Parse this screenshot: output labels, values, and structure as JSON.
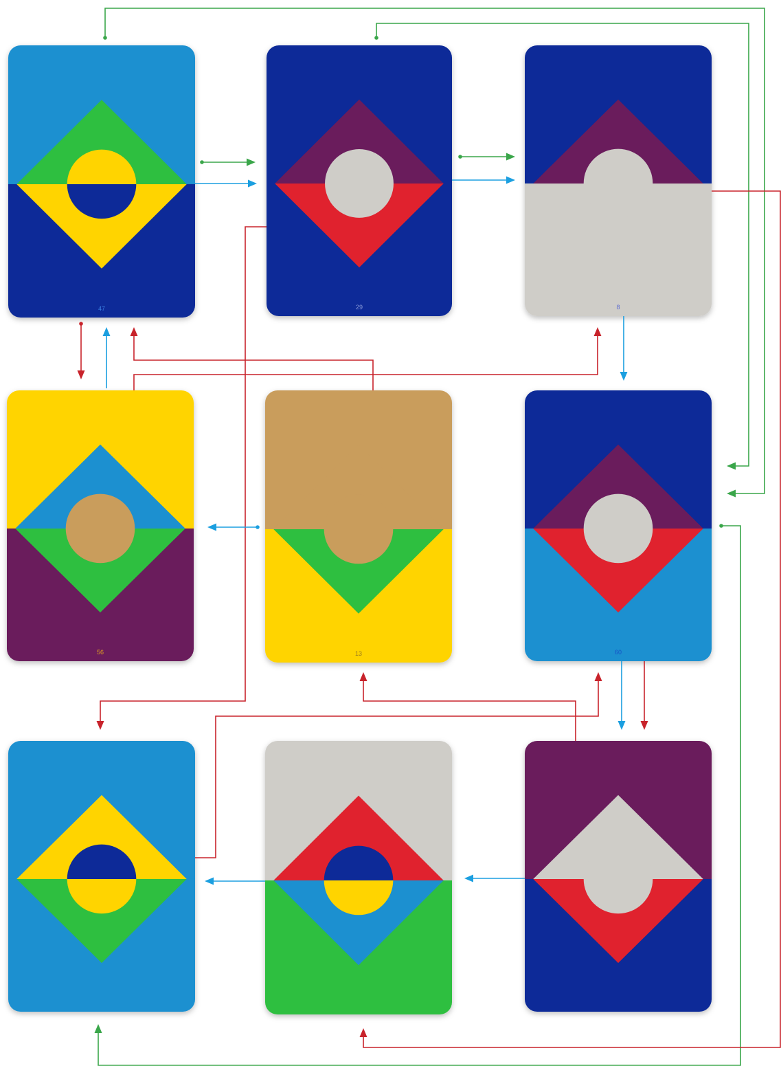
{
  "colors": {
    "light_blue": "#1a90d0",
    "navy": "#0d2a98",
    "green": "#2fbf3f",
    "yellow": "#ffd400",
    "purple": "#6a1c5c",
    "red": "#e0202f",
    "gray": "#cfcdc8",
    "tan": "#c99d5c",
    "arrow_green": "#3aa64a",
    "arrow_blue": "#1b9fe0",
    "arrow_red": "#c8232b"
  },
  "cards": [
    {
      "id": "c1",
      "number": "47",
      "number_color": "#3a7ee0",
      "top": "light_blue",
      "bottom": "navy",
      "dtop": "green",
      "dbot": "yellow",
      "ctop": "yellow",
      "cbot": "navy"
    },
    {
      "id": "c2",
      "number": "29",
      "number_color": "#8a9ad8",
      "top": "navy",
      "bottom": "navy",
      "dtop": "purple",
      "dbot": "red",
      "ctop": "gray",
      "cbot": "gray"
    },
    {
      "id": "c3",
      "number": "8",
      "number_color": "#5a6ad0",
      "top": "navy",
      "bottom": "gray",
      "dtop": "purple",
      "dbot": "gray",
      "ctop": "gray",
      "cbot": "gray"
    },
    {
      "id": "c4",
      "number": "56",
      "number_color": "#e0a020",
      "top": "yellow",
      "bottom": "purple",
      "dtop": "light_blue",
      "dbot": "green",
      "ctop": "tan",
      "cbot": "tan"
    },
    {
      "id": "c5",
      "number": "13",
      "number_color": "#9a7a20",
      "top": "tan",
      "bottom": "yellow",
      "dtop": "tan",
      "dbot": "green",
      "ctop": "tan",
      "cbot": "tan"
    },
    {
      "id": "c6",
      "number": "60",
      "number_color": "#1a50c8",
      "top": "navy",
      "bottom": "light_blue",
      "dtop": "purple",
      "dbot": "red",
      "ctop": "gray",
      "cbot": "gray"
    },
    {
      "id": "c7",
      "number": "",
      "number_color": "#1a50c8",
      "top": "light_blue",
      "bottom": "light_blue",
      "dtop": "yellow",
      "dbot": "green",
      "ctop": "navy",
      "cbot": "yellow"
    },
    {
      "id": "c8",
      "number": "",
      "number_color": "#ffffff",
      "top": "gray",
      "bottom": "green",
      "dtop": "red",
      "dbot": "light_blue",
      "ctop": "navy",
      "cbot": "yellow"
    },
    {
      "id": "c9",
      "number": "",
      "number_color": "#1a1a60",
      "top": "purple",
      "bottom": "navy",
      "dtop": "gray",
      "dbot": "red",
      "ctop": "gray",
      "cbot": "gray"
    }
  ]
}
